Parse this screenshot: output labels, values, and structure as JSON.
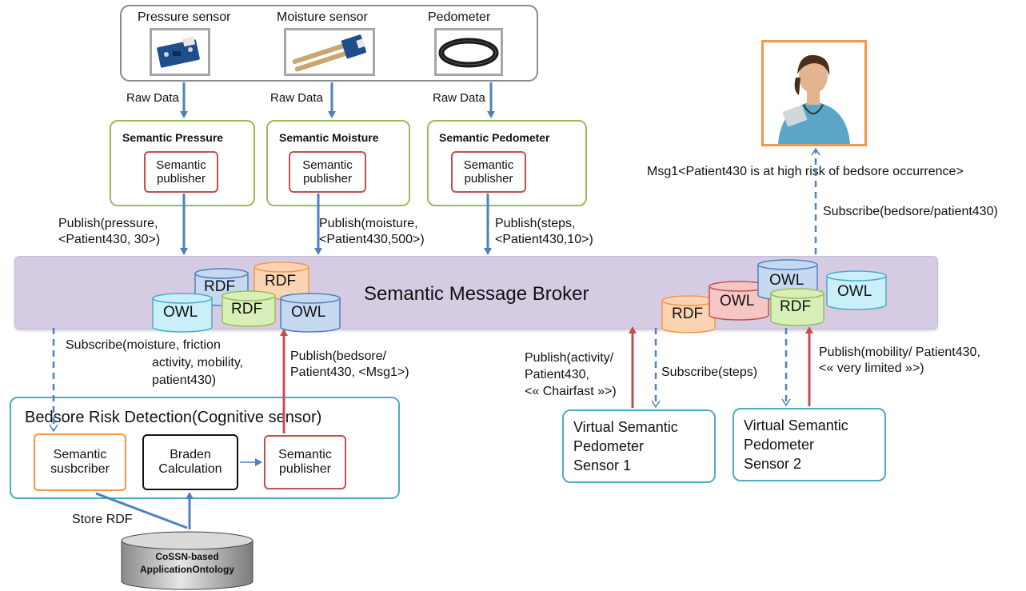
{
  "sensors": {
    "pressure": "Pressure sensor",
    "moisture": "Moisture sensor",
    "pedometer": "Pedometer"
  },
  "raw_data": "Raw Data",
  "semantic_nodes": {
    "pressure": "Semantic Pressure",
    "moisture": "Semantic Moisture",
    "pedometer": "Semantic Pedometer",
    "publisher_line1": "Semantic",
    "publisher_line2": "publisher"
  },
  "publish_labels": {
    "pressure_1": "Publish(pressure,",
    "pressure_2": "<Patient430, 30>)",
    "moisture_1": "Publish(moisture,",
    "moisture_2": "<Patient430,500>)",
    "steps_1": "Publish(steps,",
    "steps_2": "<Patient430,10>)"
  },
  "broker": {
    "title": "Semantic Message Broker",
    "rdf": "RDF",
    "owl": "OWL"
  },
  "doctor_msg": "Msg1<Patient430 is at high risk of bedsore occurrence>",
  "subscribe_bedsore": "Subscribe(bedsore/patient430)",
  "subscribe_moisture": {
    "line1": "Subscribe(moisture, friction",
    "line2": "activity, mobility,",
    "line3": "patient430)"
  },
  "publish_bedsore": {
    "line1": "Publish(bedsore/",
    "line2": "Patient430, <Msg1>)"
  },
  "bedsore_module": {
    "title": "Bedsore  Risk Detection(Cognitive sensor)",
    "subscriber_1": "Semantic",
    "subscriber_2": "susbcriber",
    "braden_1": "Braden",
    "braden_2": "Calculation",
    "publisher_1": "Semantic",
    "publisher_2": "publisher"
  },
  "store_rdf": "Store RDF",
  "ontology": {
    "line1": "CoSSN-based",
    "line2": "ApplicationOntology"
  },
  "publish_activity": {
    "line1": "Publish(activity/",
    "line2": "Patient430,",
    "line3": "<« Chairfast »>)"
  },
  "subscribe_steps": "Subscribe(steps)",
  "publish_mobility": {
    "line1": "Publish(mobility/ Patient430,",
    "line2": "<« very limited »>)"
  },
  "virtual1": {
    "line1": "Virtual Semantic",
    "line2": "Pedometer",
    "line3": "Sensor 1"
  },
  "virtual2": {
    "line1": "Virtual Semantic",
    "line2": "Pedometer",
    "line3": "Sensor 2"
  },
  "colors": {
    "green_border": "#9bbb59",
    "red_border": "#c0504d",
    "blue_border": "#4bacc6",
    "orange_border": "#f79646",
    "arrow_blue": "#4f81bd",
    "arrow_red": "#c0504d",
    "broker_fill": "#d5cce3"
  }
}
